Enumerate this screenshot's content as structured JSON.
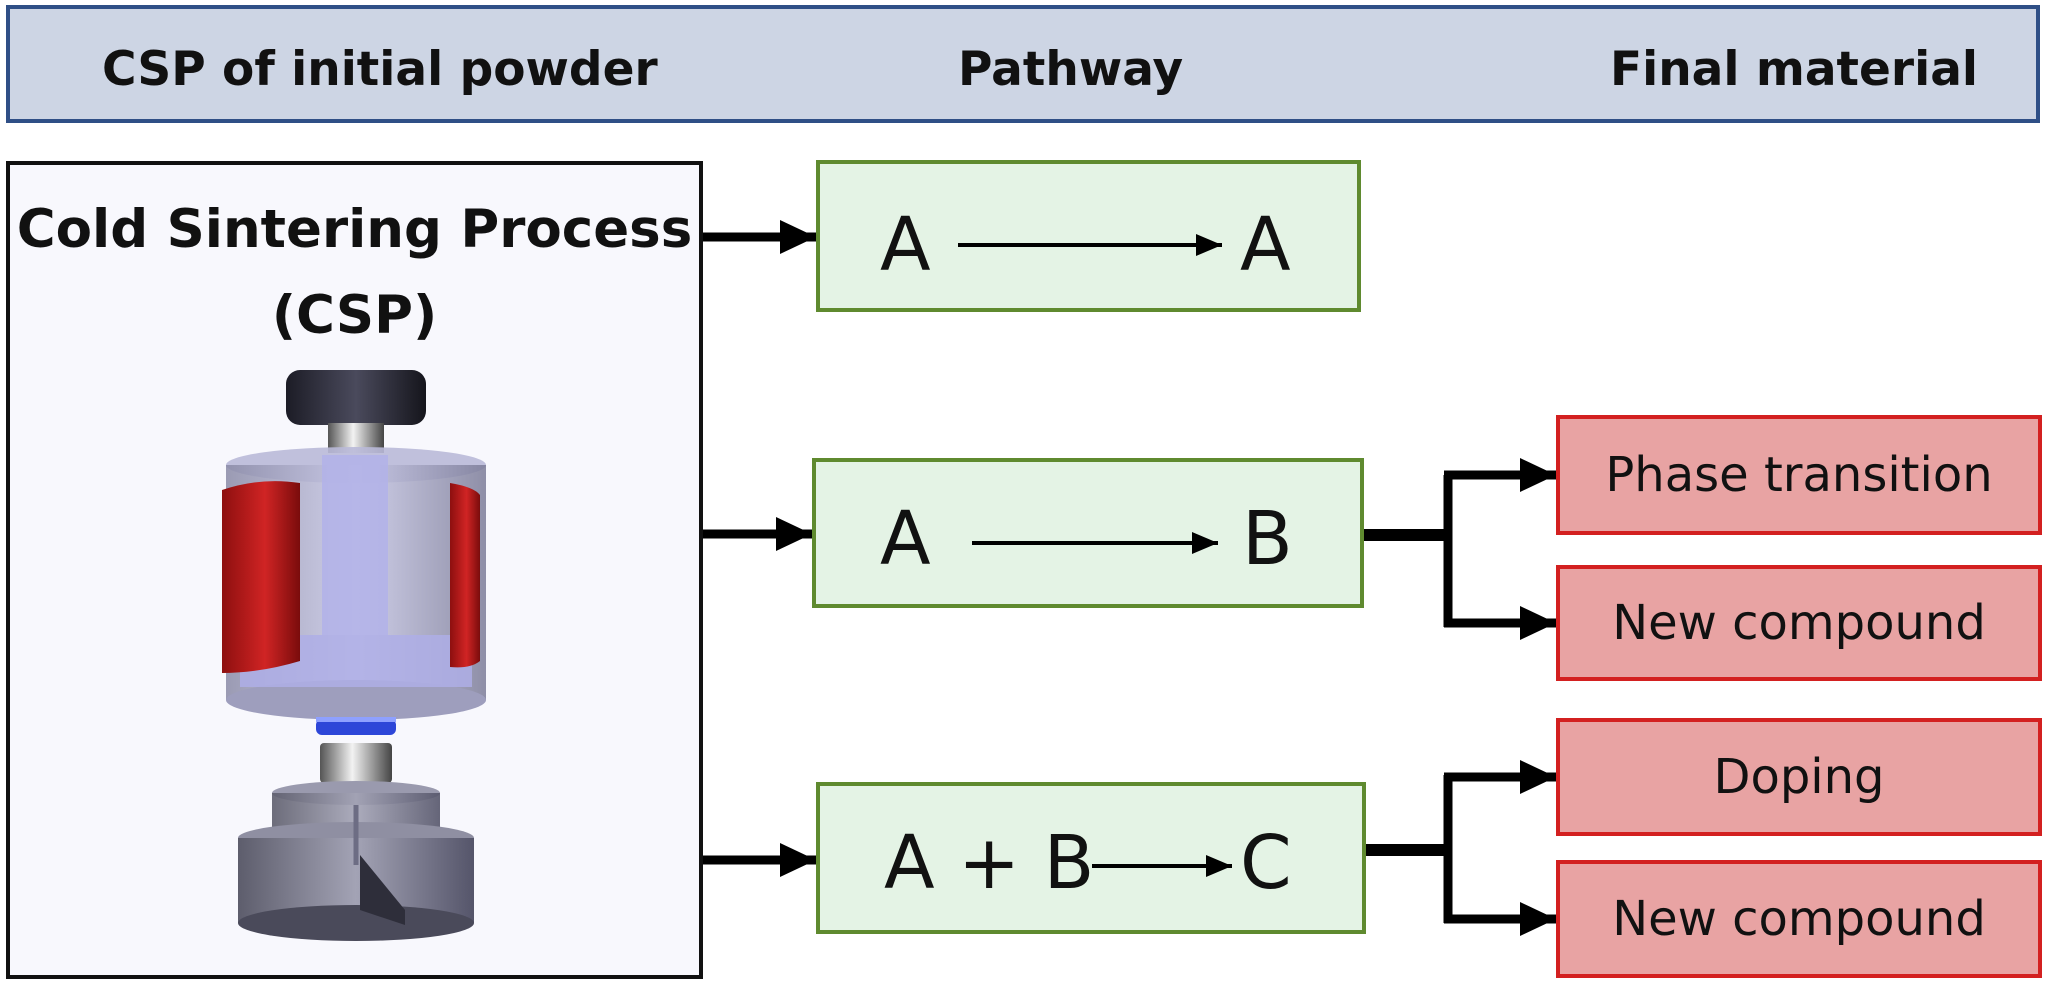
{
  "header": {
    "col_initial": "CSP of initial powder",
    "col_pathway": "Pathway",
    "col_final": "Final material"
  },
  "csp": {
    "title_line1": "Cold Sintering Process",
    "title_line2": "(CSP)",
    "press_icon": "cold-sintering-press-illustration"
  },
  "pathways": [
    {
      "from": "A",
      "to": "A"
    },
    {
      "from": "A",
      "to": "B"
    },
    {
      "from": "A + B",
      "to": "C"
    }
  ],
  "final_materials": {
    "pathway2": [
      "Phase transition",
      "New compound"
    ],
    "pathway3": [
      "Doping",
      "New compound"
    ]
  },
  "colors": {
    "header_bg": "#cdd5e4",
    "header_border": "#2f4f86",
    "pathway_bg": "#e4f3e5",
    "pathway_border": "#5f8a2f",
    "final_bg": "#e8a3a3",
    "final_border": "#d32020"
  }
}
